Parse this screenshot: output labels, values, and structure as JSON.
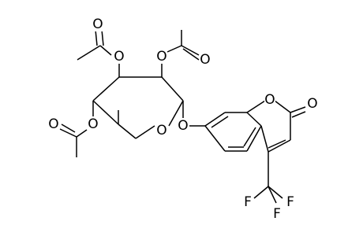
{
  "molecule": {
    "atoms": {
      "o_acetyl_ring1_carbonyl": "O",
      "o_acetyl_ring1_ester": "O",
      "o_acetyl_ring2_ester": "O",
      "o_acetyl_ring2_carbonyl": "O",
      "o_acetyl_ring3_ester": "O",
      "o_acetyl_ring3_carbonyl": "O",
      "o_ring_oxygen": "O",
      "o_glycosidic": "O",
      "o_lactone_ring": "O",
      "o_lactone_carbonyl": "O",
      "f_left": "F",
      "f_right": "F",
      "f_bottom": "F"
    }
  }
}
